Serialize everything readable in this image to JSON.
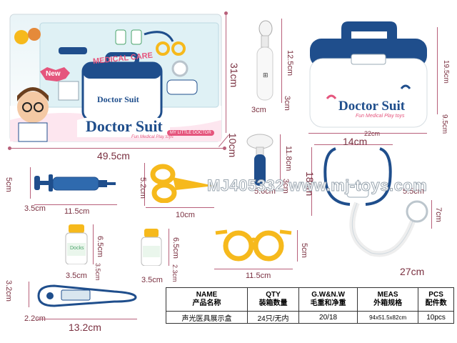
{
  "product": {
    "box_title": "Doctor Suit",
    "box_subtitle": "Fun Medical Play toys",
    "box_tag": "MY LITTLE DOCTOR",
    "medical_care": "MEDICAL CARE",
    "new_badge": "New",
    "case_title": "Doctor Suit",
    "case_subtitle": "Fun Medical Play toys",
    "syringe_label": "",
    "bottle_label": "Docks"
  },
  "dimensions": {
    "box_width": "49.5cm",
    "box_height": "31cm",
    "box_depth": "10cm",
    "ear_h": "12.5cm",
    "ear_w": "3cm",
    "ear_d": "3cm",
    "case_w": "22cm",
    "case_h": "19.5cm",
    "case_d": "9.5cm",
    "reflex_h": "11.8cm",
    "reflex_w": "5.6cm",
    "reflex_d": "3cm",
    "steth_w": "14cm",
    "steth_h": "18cm",
    "steth_d": "5.5cm",
    "steth_len": "27cm",
    "steth_head": "7cm",
    "syringe_h": "5cm",
    "syringe_d": "3.5cm",
    "syringe_w": "11.5cm",
    "scissors_h": "5.2cm",
    "scissors_w": "10cm",
    "bottle1_h": "6.5cm",
    "bottle1_w": "3.5cm",
    "bottle1_d": "3.5cm",
    "bottle2_h": "6.5cm",
    "bottle2_w": "3.5cm",
    "bottle2_d": "2.3cm",
    "glasses_h": "5cm",
    "glasses_w": "11.5cm",
    "thermo_h": "3.2cm",
    "thermo_d": "2.2cm",
    "thermo_w": "13.2cm"
  },
  "watermark": "MJ405332 www.mj-toys.com",
  "spec_table": {
    "headers_en": [
      "NAME",
      "QTY",
      "G.W&N.W",
      "MEAS",
      "PCS"
    ],
    "headers_cn": [
      "产品名称",
      "装箱数量",
      "毛重和净重",
      "外箱规格",
      "配件数"
    ],
    "row": [
      "声光医具展示盒",
      "24只/无内",
      "20/18",
      "94x51.5x82cm",
      "10pcs"
    ]
  },
  "colors": {
    "navy": "#1f4e8c",
    "yellow": "#f6b91c",
    "pink": "#e5557d",
    "dim_text": "#7a3040",
    "dim_line": "#b8607a"
  }
}
